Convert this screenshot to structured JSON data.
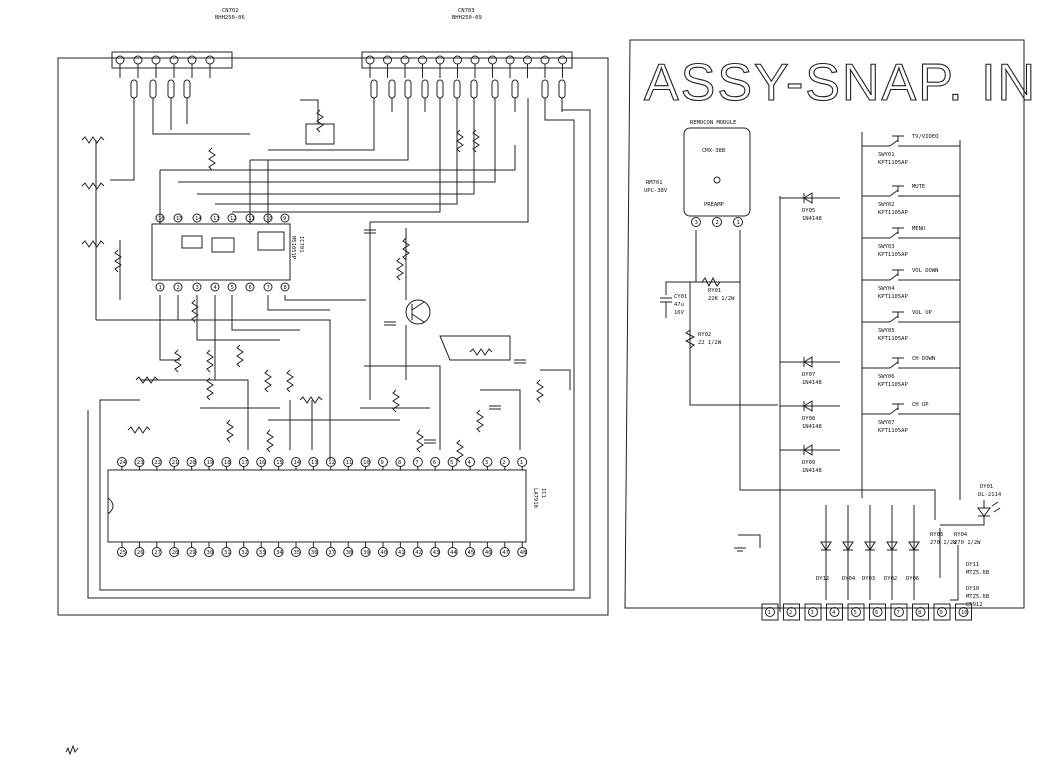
{
  "left_board": {
    "connector_a": {
      "ref": "CN702",
      "part": "BHH250-06",
      "pins": 6
    },
    "connector_b": {
      "ref": "CN703",
      "part": "BHH250-09",
      "pins": 12
    },
    "ic_left": {
      "ref": "IC701",
      "part": "M51051P"
    },
    "ic_main": {
      "ref": "IC1",
      "part": "LA7910"
    },
    "ic_main_top_pins": [
      "24",
      "23",
      "22",
      "21",
      "20",
      "19",
      "18",
      "17",
      "16",
      "15",
      "14",
      "13",
      "12",
      "11",
      "10",
      "9",
      "8",
      "7",
      "6",
      "5",
      "4",
      "3",
      "2",
      "1"
    ],
    "ic_main_bottom_pins": [
      "25",
      "26",
      "27",
      "28",
      "29",
      "30",
      "31",
      "32",
      "33",
      "34",
      "35",
      "36",
      "37",
      "38",
      "39",
      "40",
      "41",
      "42",
      "43",
      "44",
      "45",
      "46",
      "47",
      "48"
    ]
  },
  "right_board": {
    "title": "ASSY-SNAP. IN",
    "module": {
      "name": "REMOCON MODULE",
      "part": "CMX-38B",
      "label": "PREAMP",
      "pins": [
        "3",
        "2",
        "1"
      ]
    },
    "rm701": {
      "ref": "RM701",
      "value": "UPC-38V"
    },
    "cap": {
      "ref": "CY01",
      "value": "47u",
      "voltage": "16V"
    },
    "resistors": [
      {
        "ref": "RY01",
        "value": "22K 1/2W"
      },
      {
        "ref": "RY02",
        "value": "22 1/2W"
      },
      {
        "ref": "RY03",
        "value": "270 1/2W"
      },
      {
        "ref": "RY04",
        "value": "270 1/2W"
      }
    ],
    "switches": [
      {
        "ref": "SWY01",
        "part": "KPT1105AP",
        "function": "TV/VIDEO"
      },
      {
        "ref": "SWY02",
        "part": "KPT1105AP",
        "function": "MUTE"
      },
      {
        "ref": "SWY03",
        "part": "KPT1105AP",
        "function": "MENU"
      },
      {
        "ref": "SWY04",
        "part": "KPT1105AP",
        "function": "VOL DOWN"
      },
      {
        "ref": "SWY05",
        "part": "KPT1105AP",
        "function": "VOL UP"
      },
      {
        "ref": "SWY06",
        "part": "KPT1105AP",
        "function": "CH DOWN"
      },
      {
        "ref": "SWY07",
        "part": "KPT1105AP",
        "function": "CH UP"
      }
    ],
    "diodes": [
      {
        "ref": "DY05",
        "part": "1N4148"
      },
      {
        "ref": "DY07",
        "part": "1N4148"
      },
      {
        "ref": "DY08",
        "part": "1N4148"
      },
      {
        "ref": "DY09",
        "part": "1N4148"
      }
    ],
    "led": {
      "ref": "DY01",
      "part": "DL-2114"
    },
    "zeners": [
      {
        "ref": "DY11",
        "part": "MTZ5.6B"
      },
      {
        "ref": "DY10",
        "part": "MTZ5.6B"
      }
    ],
    "connector": {
      "ref": "CN912"
    },
    "connector_pins": [
      "1",
      "2",
      "3",
      "4",
      "5",
      "6",
      "7",
      "8",
      "9",
      "10"
    ]
  }
}
